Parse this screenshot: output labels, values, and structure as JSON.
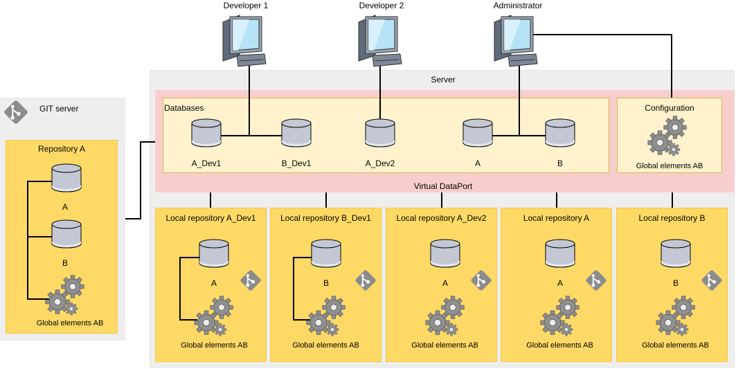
{
  "developers": [
    {
      "label": "Developer 1"
    },
    {
      "label": "Developer 2"
    },
    {
      "label": "Administrator"
    }
  ],
  "server": {
    "label": "Server"
  },
  "virtual_dataport": {
    "label": "Virtual DataPort"
  },
  "databases": {
    "label": "Databases",
    "items": [
      "A_Dev1",
      "B_Dev1",
      "A_Dev2",
      "A",
      "B"
    ]
  },
  "configuration": {
    "label": "Configuration",
    "element": "Global elements AB"
  },
  "git_server": {
    "label": "GIT server",
    "repository": {
      "label": "Repository A",
      "items": [
        "A",
        "B"
      ],
      "global": "Global elements AB"
    }
  },
  "local_repositories": [
    {
      "label": "Local repository A_Dev1",
      "db": "A",
      "global": "Global elements AB"
    },
    {
      "label": "Local repository B_Dev1",
      "db": "B",
      "global": "Global elements AB"
    },
    {
      "label": "Local repository A_Dev2",
      "db": "A",
      "global": "Global elements AB"
    },
    {
      "label": "Local repository A",
      "db": "A",
      "global": "Global elements AB"
    },
    {
      "label": "Local repository B",
      "db": "B",
      "global": "Global elements AB"
    }
  ],
  "colors": {
    "server_bg": "#eeeeee",
    "vdp_bg": "#f8cecc",
    "databases_bg": "#fff2cc",
    "repo_bg": "#ffd966",
    "db_fill": "#c3c8d4",
    "gear_fill": "#909090",
    "git_icon": "#8c8c8c"
  }
}
